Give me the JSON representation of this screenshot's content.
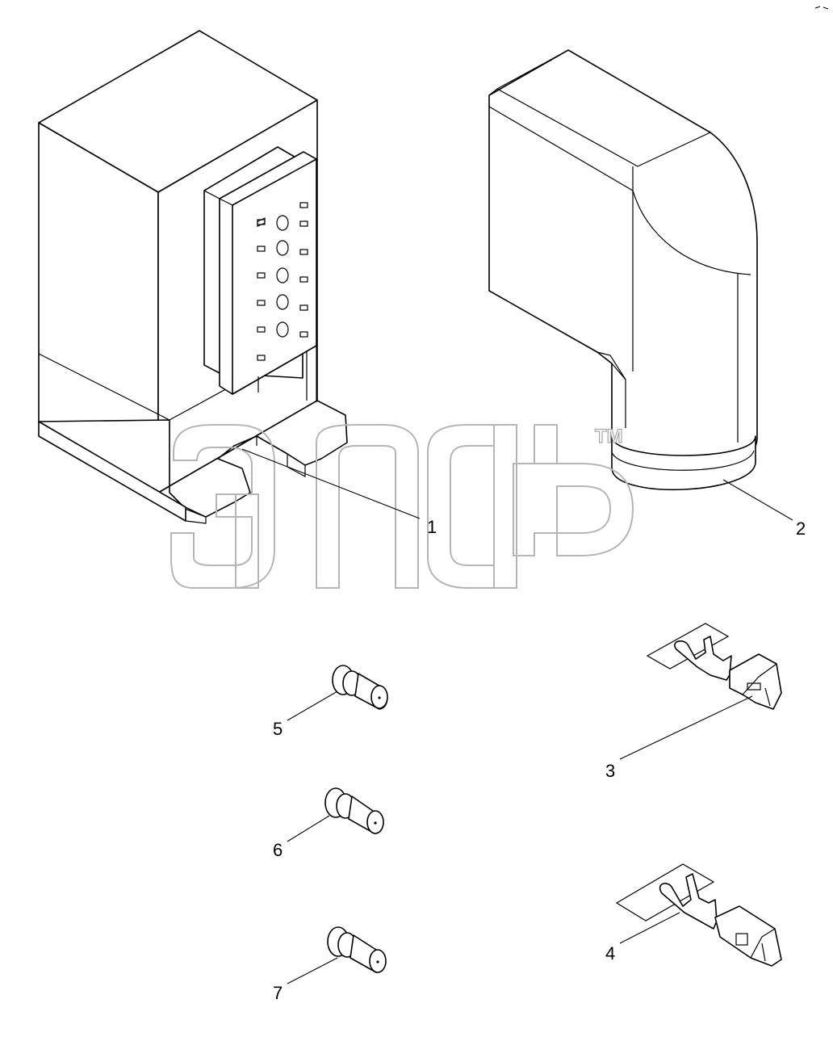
{
  "callouts": [
    {
      "id": "1",
      "label": "1"
    },
    {
      "id": "2",
      "label": "2"
    },
    {
      "id": "3",
      "label": "3"
    },
    {
      "id": "4",
      "label": "4"
    },
    {
      "id": "5",
      "label": "5"
    },
    {
      "id": "6",
      "label": "6"
    },
    {
      "id": "7",
      "label": "7"
    }
  ],
  "watermark": {
    "trademark": "TM"
  },
  "colors": {
    "line": "#000000",
    "watermark": "#b5b5b5",
    "background": "#ffffff"
  }
}
